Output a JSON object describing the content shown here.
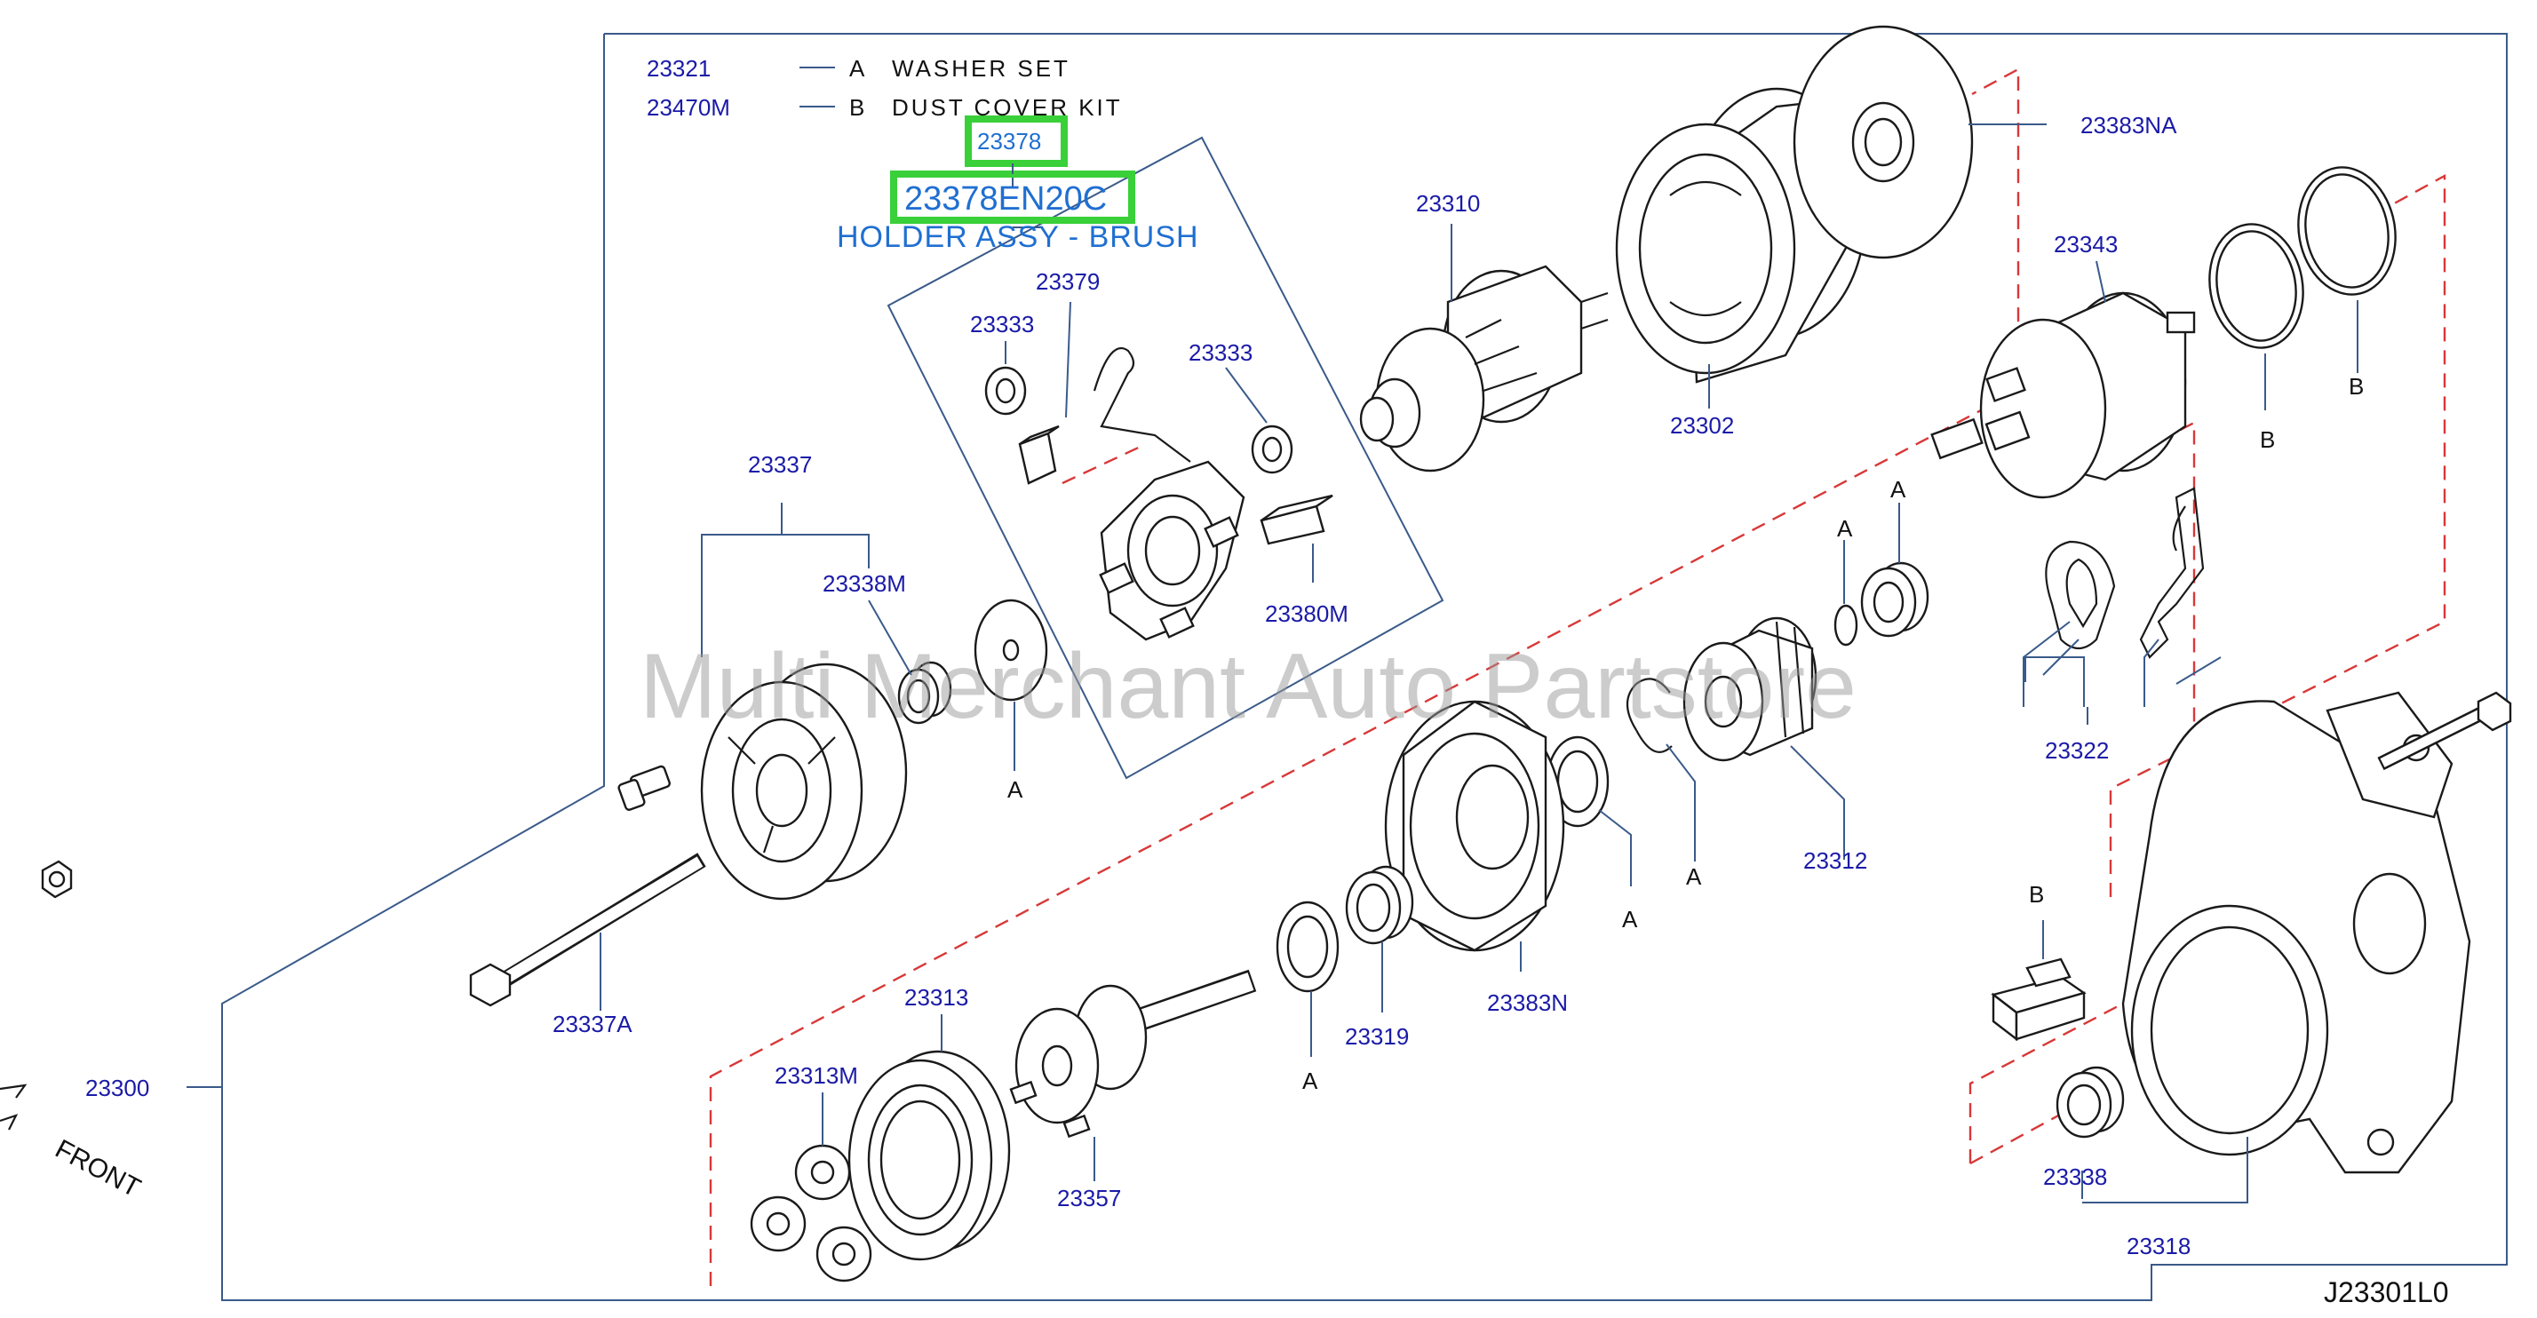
{
  "legend": [
    {
      "part_no": "23321",
      "letter": "A",
      "description": "WASHER  SET"
    },
    {
      "part_no": "23470M",
      "letter": "B",
      "description": "DUST  COVER  KIT"
    }
  ],
  "highlight": {
    "part_no": "23378",
    "oem_no": "23378EN20C",
    "name": "HOLDER ASSY - BRUSH",
    "accent_color": "#39d039",
    "callout_color": "#1f6fd1"
  },
  "parts": {
    "p23379": "23379",
    "p23333a": "23333",
    "p23333b": "23333",
    "p23380M": "23380M",
    "p23310": "23310",
    "p23302": "23302",
    "p23383NA": "23383NA",
    "p23343": "23343",
    "p23337": "23337",
    "p23338M": "23338M",
    "p23337A": "23337A",
    "p23300": "23300",
    "p23312": "23312",
    "p23322": "23322",
    "p23383N": "23383N",
    "p23319": "23319",
    "p23313": "23313",
    "p23313M": "23313M",
    "p23357": "23357",
    "p23338": "23338",
    "p23318": "23318"
  },
  "letters": {
    "a_washer_left": "A",
    "a_ring_upper": "A",
    "a_bearing_upper": "A",
    "a_ring_mid": "A",
    "a_washer_mid": "A",
    "a_washer_low": "A",
    "b_gasket_small": "B",
    "b_gasket_large": "B",
    "b_cover": "B"
  },
  "front_label": "FRONT",
  "watermark": "Multi Merchant Auto Partstore",
  "drawing_code": "J23301L0",
  "line_color": "#1a1a1a",
  "label_color": "#1a1aa8",
  "dash_color": "#d83838"
}
